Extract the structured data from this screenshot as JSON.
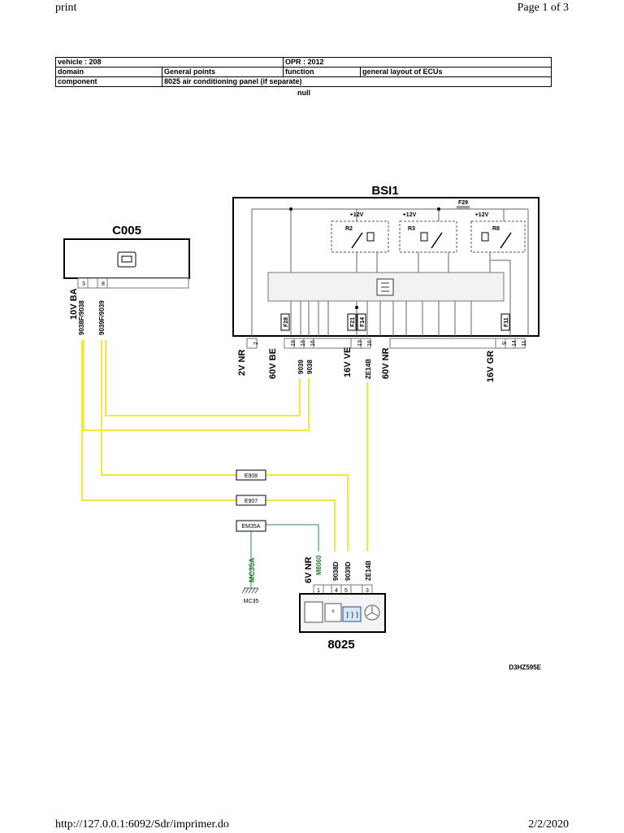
{
  "header": {
    "title": "print",
    "page": "Page 1 of 3"
  },
  "footer": {
    "url": "http://127.0.0.1:6092/Sdr/imprimer.do",
    "date": "2/2/2020"
  },
  "info_table": {
    "vehicle": "vehicle : 208",
    "opr": "OPR : 2012",
    "domain_label": "domain",
    "domain_value": "General points",
    "function_label": "function",
    "function_value": "general layout of ECUs",
    "component_label": "component",
    "component_value": "8025 air conditioning panel (if separate)"
  },
  "null_text": "null",
  "diagram": {
    "bsi_title": "BSI1",
    "c005_title": "C005",
    "panel_title": "8025",
    "diagram_ref": "D3HZ595E",
    "relays": [
      "R2",
      "R3",
      "R8"
    ],
    "supply": "+12V",
    "fuses": [
      "F29",
      "F28",
      "F21",
      "F14",
      "F11"
    ],
    "bsi_pins": [
      "2",
      "19",
      "18",
      "16",
      "13",
      "16",
      "9",
      "14",
      "11"
    ],
    "bsi_connectors": [
      "2V NR",
      "60V BE",
      "16V VE",
      "60V NR",
      "16V GR"
    ],
    "bsi_wires": [
      "9039",
      "9038",
      "ZE14B"
    ],
    "c005_pins": [
      "3",
      "8"
    ],
    "c005_connector": "10V BA",
    "c005_wires": [
      "9038F/9038",
      "9039F/9039"
    ],
    "splices": [
      "E908",
      "E907",
      "EM35A"
    ],
    "ground": {
      "wire": "MC35A",
      "label": "MC35"
    },
    "panel_connector": "6V NR",
    "panel_wires": [
      "M8060",
      "9038D",
      "9039D",
      "ZE14B"
    ],
    "panel_pins": [
      "1",
      "4",
      "5",
      "3"
    ]
  },
  "colors": {
    "wire": "#f5e83a",
    "ground_wire": "#2e8b57",
    "green_text": "#1d7a2b"
  }
}
